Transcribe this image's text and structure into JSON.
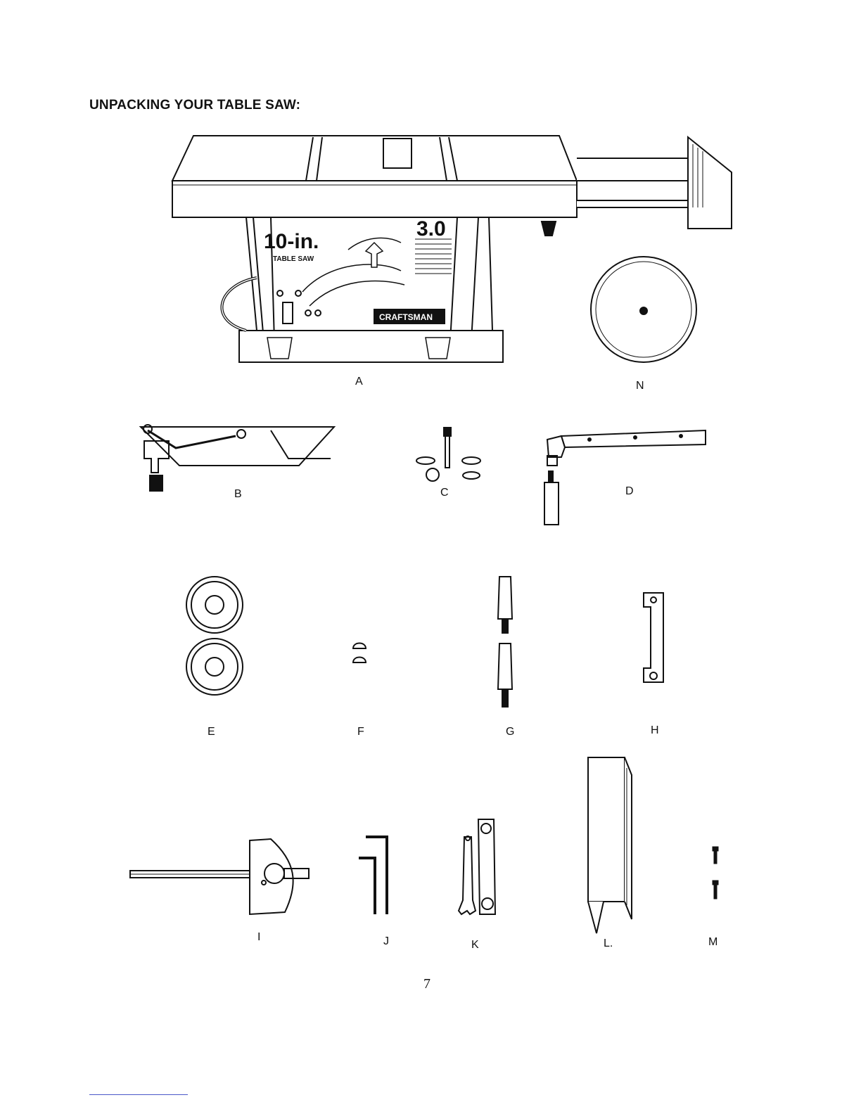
{
  "page": {
    "heading": "UNPACKING YOUR TABLE SAW:",
    "page_number": "7"
  },
  "saw_graphics": {
    "size_label": "10-in.",
    "type_label": "TABLE SAW",
    "amp_label": "3.0",
    "brand_label": "CRAFTSMAN"
  },
  "parts": [
    {
      "id": "saw",
      "label": "A"
    },
    {
      "id": "blade-guard",
      "label": "B"
    },
    {
      "id": "hardware",
      "label": "C"
    },
    {
      "id": "rip-fence",
      "label": "D"
    },
    {
      "id": "handwheels",
      "label": "E"
    },
    {
      "id": "knobs",
      "label": "F"
    },
    {
      "id": "handles",
      "label": "G"
    },
    {
      "id": "bracket",
      "label": "H"
    },
    {
      "id": "miter-gauge",
      "label": "I"
    },
    {
      "id": "hex-keys",
      "label": "J"
    },
    {
      "id": "wrench",
      "label": "K"
    },
    {
      "id": "channel",
      "label": "L."
    },
    {
      "id": "screws",
      "label": "M"
    },
    {
      "id": "blade",
      "label": "N"
    }
  ]
}
